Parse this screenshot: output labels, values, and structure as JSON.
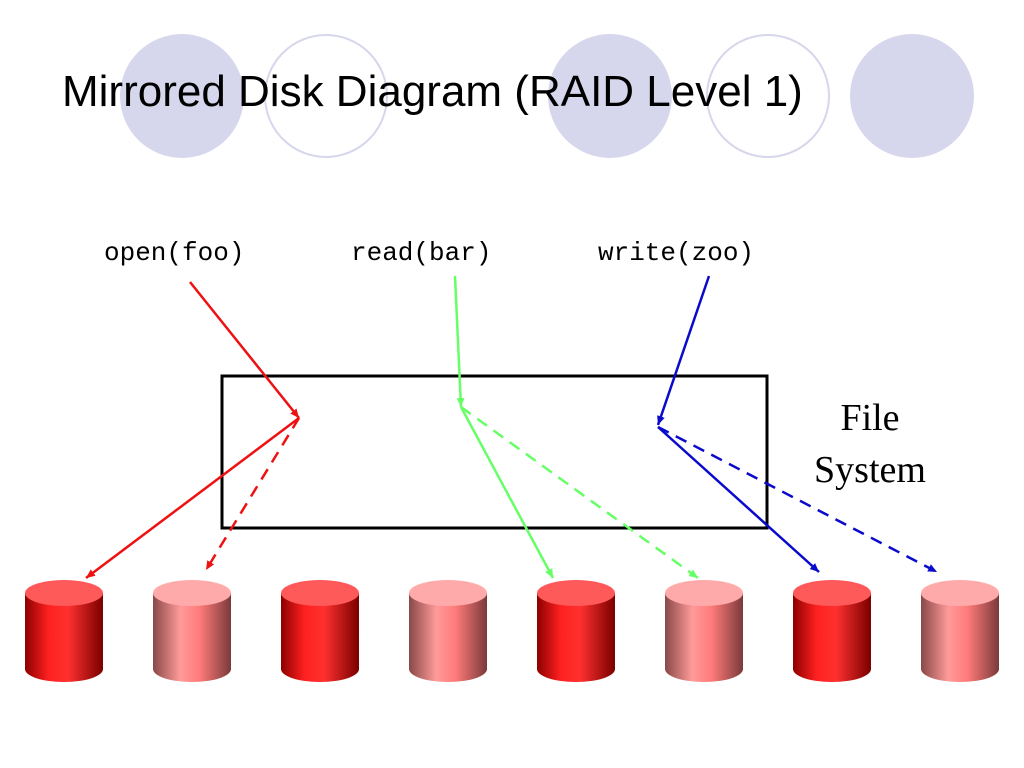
{
  "title": "Mirrored Disk Diagram (RAID Level 1)",
  "calls": [
    {
      "label": "open(foo)",
      "color": "#ee1111"
    },
    {
      "label": "read(bar)",
      "color": "#66ff66"
    },
    {
      "label": "write(zoo)",
      "color": "#0a0acc"
    }
  ],
  "file_system_label": [
    "File",
    "System"
  ],
  "disks": [
    {
      "role": "primary"
    },
    {
      "role": "mirror"
    },
    {
      "role": "primary"
    },
    {
      "role": "mirror"
    },
    {
      "role": "primary"
    },
    {
      "role": "mirror"
    },
    {
      "role": "primary"
    },
    {
      "role": "mirror"
    }
  ],
  "colors": {
    "decor_circle": "#d6d6ec",
    "primary_disk": "#ff1a1a",
    "mirror_disk": "#ff8080"
  }
}
